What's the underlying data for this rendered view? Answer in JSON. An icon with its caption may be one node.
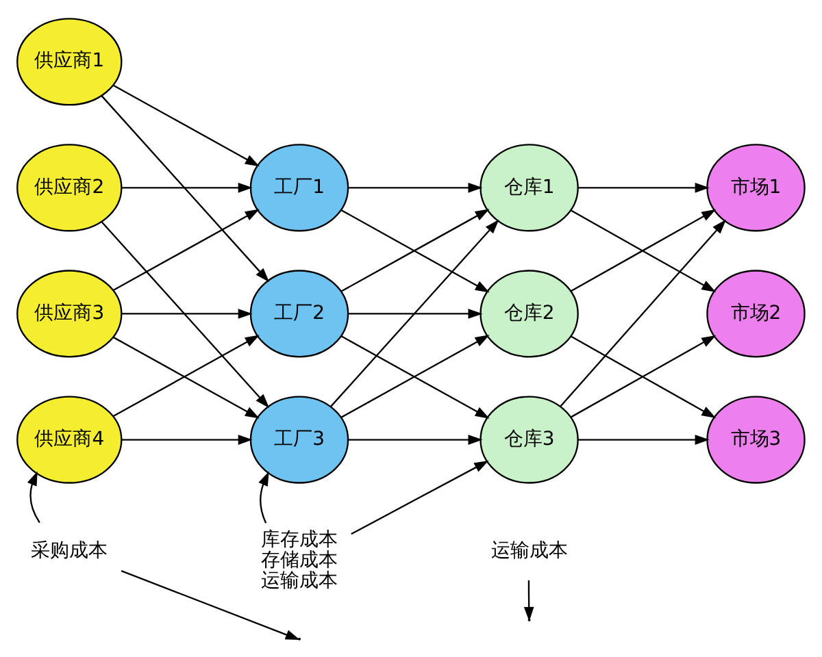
{
  "diagram": {
    "nodes": [
      {
        "text": [
          "供应商1"
        ]
      },
      {
        "text": [
          "供应商2"
        ]
      },
      {
        "text": [
          "供应商3"
        ]
      },
      {
        "text": [
          "供应商4"
        ]
      },
      {
        "text": [
          "工厂1"
        ]
      },
      {
        "text": [
          "工厂2"
        ]
      },
      {
        "text": [
          "工厂3"
        ]
      },
      {
        "text": [
          "仓库1"
        ]
      },
      {
        "text": [
          "仓库2"
        ]
      },
      {
        "text": [
          "仓库3"
        ]
      },
      {
        "text": [
          "市场1"
        ]
      },
      {
        "text": [
          "市场2"
        ]
      },
      {
        "text": [
          "市场3"
        ]
      },
      {
        "text": [
          "采购成本"
        ]
      },
      {
        "text": [
          "库存成本",
          "存储成本",
          "运输成本"
        ]
      },
      {
        "text": [
          "运输成本"
        ]
      }
    ],
    "edges": [
      {
        "from": 0,
        "to": 4,
        "arrow": "to"
      },
      {
        "from": 0,
        "to": 5,
        "arrow": "to"
      },
      {
        "from": 1,
        "to": 4,
        "arrow": "to"
      },
      {
        "from": 1,
        "to": 6,
        "arrow": "to"
      },
      {
        "from": 2,
        "to": 4,
        "arrow": "to"
      },
      {
        "from": 2,
        "to": 5,
        "arrow": "to"
      },
      {
        "from": 2,
        "to": 6,
        "arrow": "to"
      },
      {
        "from": 3,
        "to": 5,
        "arrow": "to"
      },
      {
        "from": 3,
        "to": 6,
        "arrow": "to"
      },
      {
        "from": 4,
        "to": 7,
        "arrow": "to"
      },
      {
        "from": 4,
        "to": 8,
        "arrow": "to"
      },
      {
        "from": 5,
        "to": 7,
        "arrow": "to"
      },
      {
        "from": 5,
        "to": 8,
        "arrow": "to"
      },
      {
        "from": 5,
        "to": 9,
        "arrow": "to"
      },
      {
        "from": 6,
        "to": 7,
        "arrow": "to"
      },
      {
        "from": 6,
        "to": 8,
        "arrow": "to"
      },
      {
        "from": 6,
        "to": 9,
        "arrow": "to"
      },
      {
        "from": 7,
        "to": 10,
        "arrow": "to"
      },
      {
        "from": 7,
        "to": 11,
        "arrow": "to"
      },
      {
        "from": 8,
        "to": 10,
        "arrow": "to"
      },
      {
        "from": 8,
        "to": 12,
        "arrow": "to"
      },
      {
        "from": 9,
        "to": 10,
        "arrow": "to"
      },
      {
        "from": 9,
        "to": 11,
        "arrow": "to"
      },
      {
        "from": 9,
        "to": 12,
        "arrow": "to"
      },
      {
        "from": 13,
        "to": 3,
        "arrow": "to"
      },
      {
        "from": 13,
        "to": null,
        "arrow": "to"
      },
      {
        "from": 14,
        "to": 6,
        "arrow": "to"
      },
      {
        "from": 14,
        "to": 9,
        "arrow": "to"
      },
      {
        "from": 15,
        "to": null,
        "arrow": "to"
      }
    ]
  }
}
